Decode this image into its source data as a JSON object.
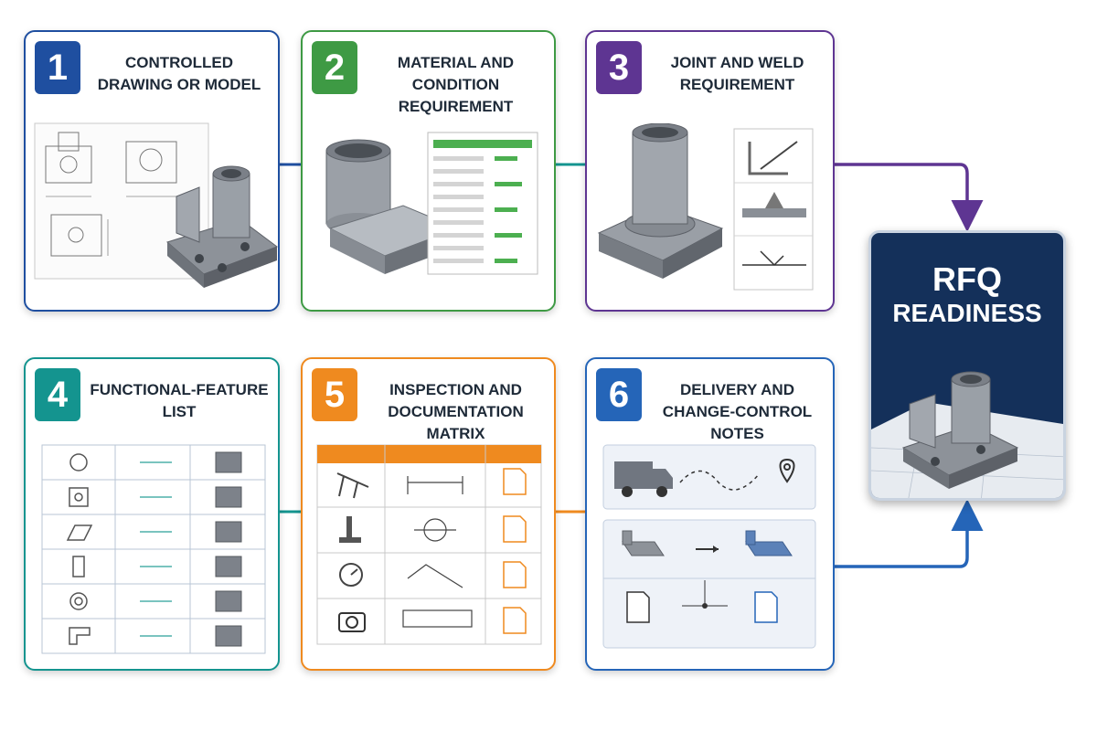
{
  "steps": [
    {
      "number": "1",
      "title": "CONTROLLED DRAWING OR MODEL",
      "color": "#1f4fa0"
    },
    {
      "number": "2",
      "title": "MATERIAL AND CONDITION REQUIREMENT",
      "color": "#3e9a44"
    },
    {
      "number": "3",
      "title": "JOINT AND WELD REQUIREMENT",
      "color": "#5e3592"
    },
    {
      "number": "4",
      "title": "FUNCTIONAL-FEATURE LIST",
      "color": "#14948f"
    },
    {
      "number": "5",
      "title": "INSPECTION AND DOCUMENTATION MATRIX",
      "color": "#ef8a1f"
    },
    {
      "number": "6",
      "title": "DELIVERY AND CHANGE-CONTROL NOTES",
      "color": "#2565b8"
    }
  ],
  "result": {
    "line1": "RFQ",
    "line2": "READINESS"
  },
  "icons": [
    "drawing-sheet-icon",
    "bracket-part-icon",
    "tube-icon",
    "plate-icon",
    "spec-sheet-icon",
    "weld-symbol-icon",
    "feature-table-icon",
    "caliper-icon",
    "gauge-icon",
    "camera-icon",
    "document-icon",
    "truck-icon",
    "location-pin-icon"
  ]
}
